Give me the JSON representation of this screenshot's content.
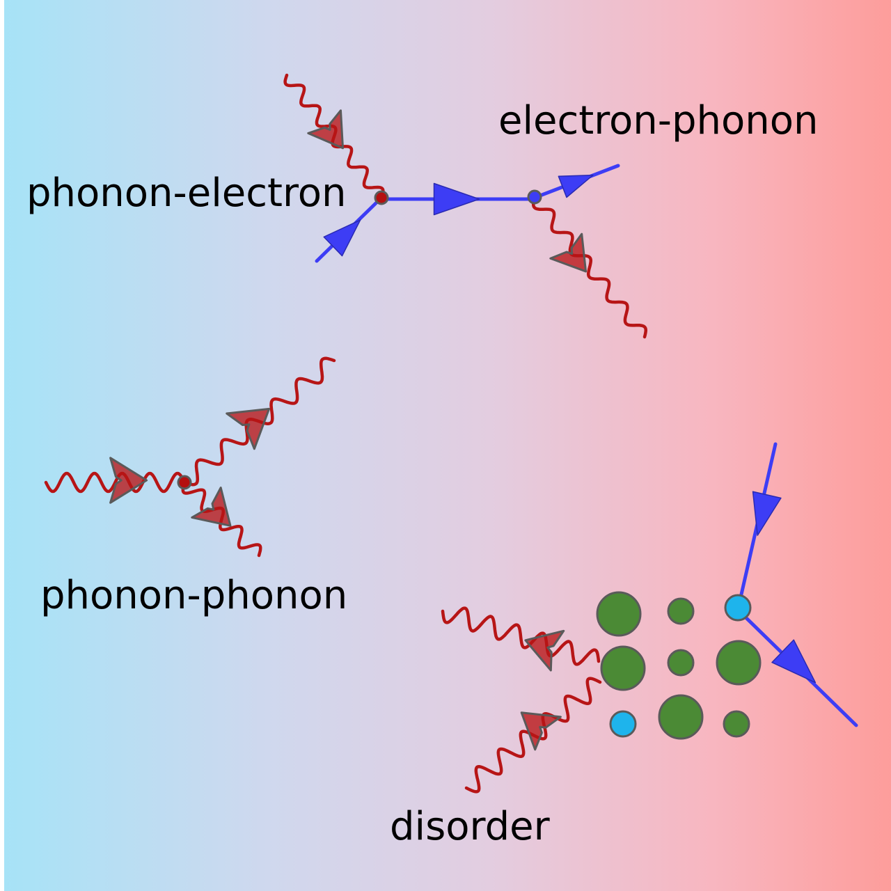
{
  "labels": {
    "phonon_electron": "phonon-electron",
    "electron_phonon": "electron-phonon",
    "phonon_phonon": "phonon-phonon",
    "disorder": "disorder"
  },
  "colors": {
    "phonon": "#b71516",
    "electron": "#3d3df5",
    "vertex": "#b40f0f",
    "atom": "#4b8a35",
    "vacancy": "#1eb4ec",
    "outline": "#5a5a5a"
  }
}
